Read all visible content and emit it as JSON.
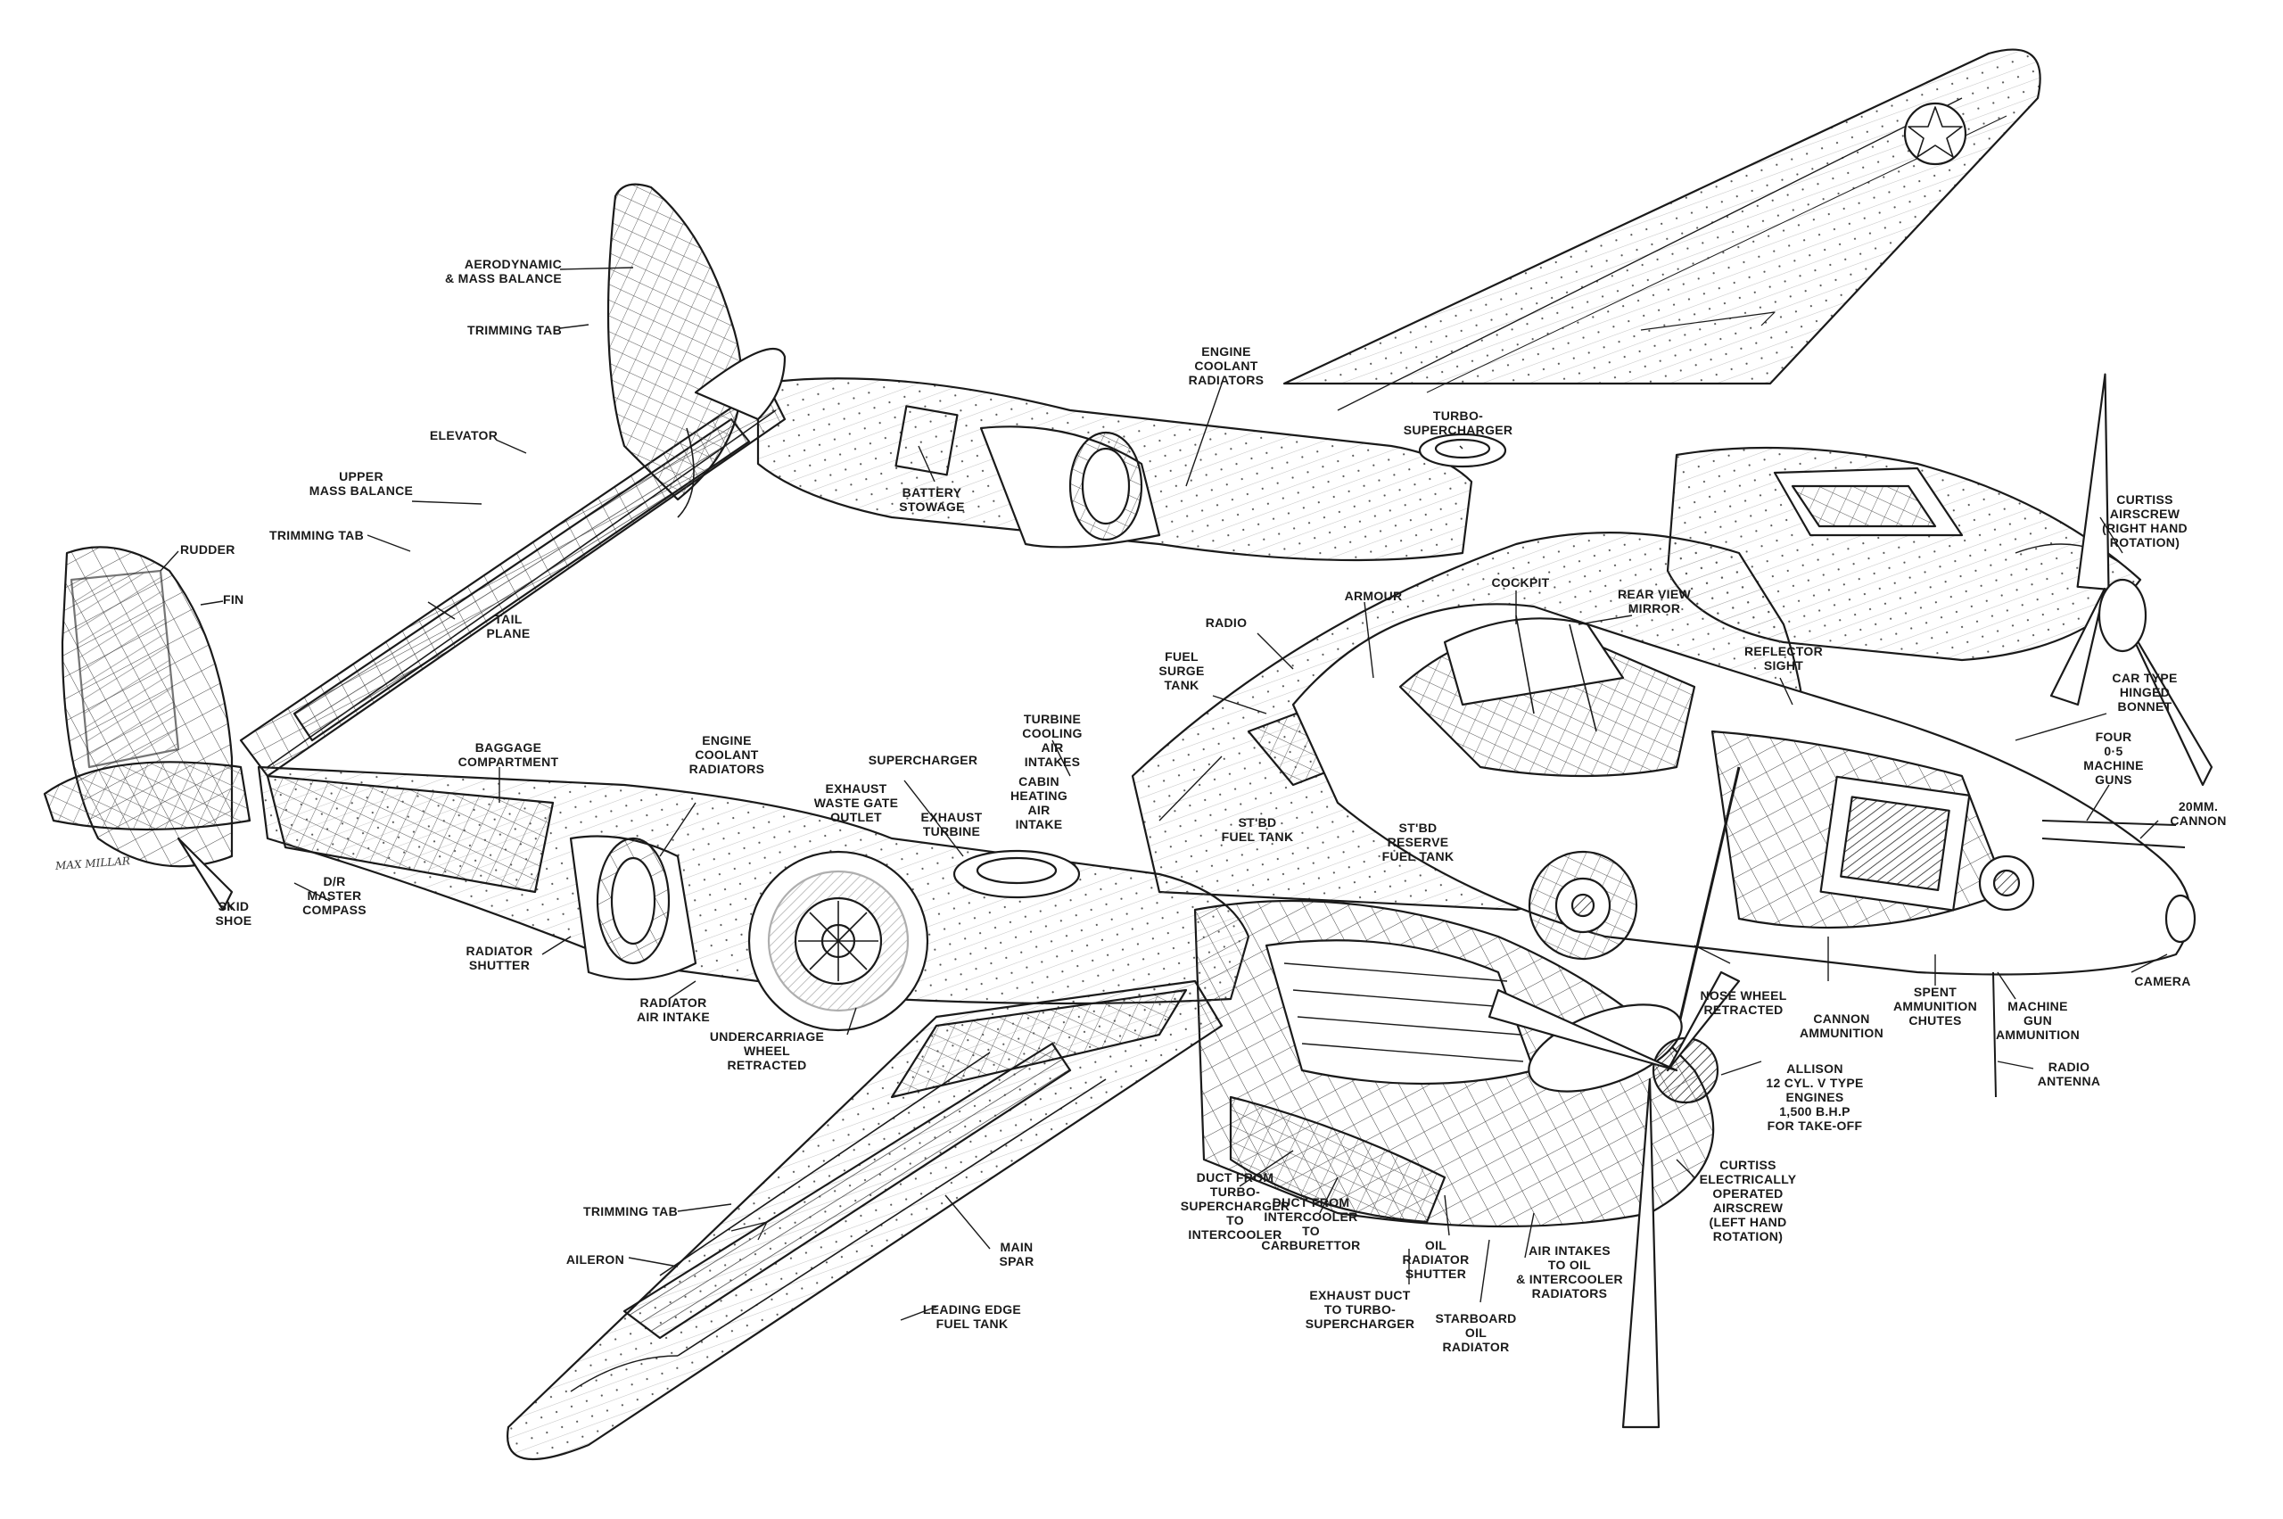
{
  "colors": {
    "ink": "#1a1a1a",
    "paper": "#ffffff",
    "hatch": "#444444"
  },
  "signature": "MAX MILLAR",
  "labels": {
    "aero_mass_balance": [
      "AERODYNAMIC",
      "& MASS BALANCE"
    ],
    "trimming_tab_tail": [
      "TRIMMING TAB"
    ],
    "elevator": [
      "ELEVATOR"
    ],
    "upper_mass_balance": [
      "UPPER",
      "MASS BALANCE"
    ],
    "trimming_tab_plane": [
      "TRIMMING TAB"
    ],
    "rudder": [
      "RUDDER"
    ],
    "fin": [
      "FIN"
    ],
    "tail_plane": [
      "TAIL",
      "PLANE"
    ],
    "engine_coolant_top": [
      "ENGINE",
      "COOLANT",
      "RADIATORS"
    ],
    "turbo_supercharger_top": [
      "TURBO-",
      "SUPERCHARGER"
    ],
    "battery_stowage": [
      "BATTERY",
      "STOWAGE"
    ],
    "curtiss_right": [
      "CURTISS",
      "AIRSCREW",
      "(RIGHT HAND",
      "ROTATION)"
    ],
    "radio": [
      "RADIO"
    ],
    "armour": [
      "ARMOUR"
    ],
    "cockpit": [
      "COCKPIT"
    ],
    "rear_view_mirror": [
      "REAR VIEW",
      "MIRROR"
    ],
    "fuel_surge_tank": [
      "FUEL",
      "SURGE",
      "TANK"
    ],
    "reflector_sight": [
      "REFLECTOR",
      "SIGHT"
    ],
    "car_type_bonnet": [
      "CAR TYPE",
      "HINGED",
      "BONNET"
    ],
    "four_mg": [
      "FOUR",
      "0·5",
      "MACHINE",
      "GUNS"
    ],
    "cannon_20mm": [
      "20MM.",
      "CANNON"
    ],
    "baggage": [
      "BAGGAGE",
      "COMPARTMENT"
    ],
    "engine_coolant_low": [
      "ENGINE",
      "COOLANT",
      "RADIATORS"
    ],
    "supercharger": [
      "SUPERCHARGER"
    ],
    "turbine_cooling": [
      "TURBINE",
      "COOLING",
      "AIR",
      "INTAKES"
    ],
    "exhaust_waste_gate": [
      "EXHAUST",
      "WASTE GATE",
      "OUTLET"
    ],
    "exhaust_turbine": [
      "EXHAUST",
      "TURBINE"
    ],
    "cabin_heating": [
      "CABIN",
      "HEATING",
      "AIR",
      "INTAKE"
    ],
    "stbd_fuel_tank": [
      "ST'BD",
      "FUEL TANK"
    ],
    "stbd_reserve": [
      "ST'BD",
      "RESERVE",
      "FUEL TANK"
    ],
    "skid_shoe": [
      "SKID",
      "SHOE"
    ],
    "dr_compass": [
      "D/R",
      "MASTER",
      "COMPASS"
    ],
    "radiator_shutter": [
      "RADIATOR",
      "SHUTTER"
    ],
    "radiator_air_intake": [
      "RADIATOR",
      "AIR INTAKE"
    ],
    "undercarriage": [
      "UNDERCARRIAGE",
      "WHEEL",
      "RETRACTED"
    ],
    "nose_wheel": [
      "NOSE WHEEL",
      "RETRACTED"
    ],
    "cannon_ammo": [
      "CANNON",
      "AMMUNITION"
    ],
    "spent_ammo": [
      "SPENT",
      "AMMUNITION",
      "CHUTES"
    ],
    "mg_ammo": [
      "MACHINE",
      "GUN",
      "AMMUNITION"
    ],
    "camera": [
      "CAMERA"
    ],
    "radio_antenna": [
      "RADIO",
      "ANTENNA"
    ],
    "allison": [
      "ALLISON",
      "12 CYL. V TYPE",
      "ENGINES",
      "1,500 B.H.P",
      "FOR TAKE-OFF"
    ],
    "curtiss_left": [
      "CURTISS",
      "ELECTRICALLY",
      "OPERATED",
      "AIRSCREW",
      "(LEFT HAND",
      "ROTATION)"
    ],
    "duct_turbo_intercooler": [
      "DUCT FROM",
      "TURBO-",
      "SUPERCHARGER",
      "TO",
      "INTERCOOLER"
    ],
    "duct_intercooler_carb": [
      "DUCT FROM",
      "INTERCOOLER",
      "TO",
      "CARBURETTOR"
    ],
    "oil_rad_shutter": [
      "OIL",
      "RADIATOR",
      "SHUTTER"
    ],
    "air_intakes_oil": [
      "AIR INTAKES",
      "TO OIL",
      "& INTERCOOLER",
      "RADIATORS"
    ],
    "exhaust_duct": [
      "EXHAUST DUCT",
      "TO TURBO-",
      "SUPERCHARGER"
    ],
    "stbd_oil_rad": [
      "STARBOARD",
      "OIL",
      "RADIATOR"
    ],
    "trimming_tab_wing": [
      "TRIMMING TAB"
    ],
    "aileron": [
      "AILERON"
    ],
    "main_spar": [
      "MAIN",
      "SPAR"
    ],
    "leading_edge_tank": [
      "LEADING EDGE",
      "FUEL TANK"
    ]
  }
}
